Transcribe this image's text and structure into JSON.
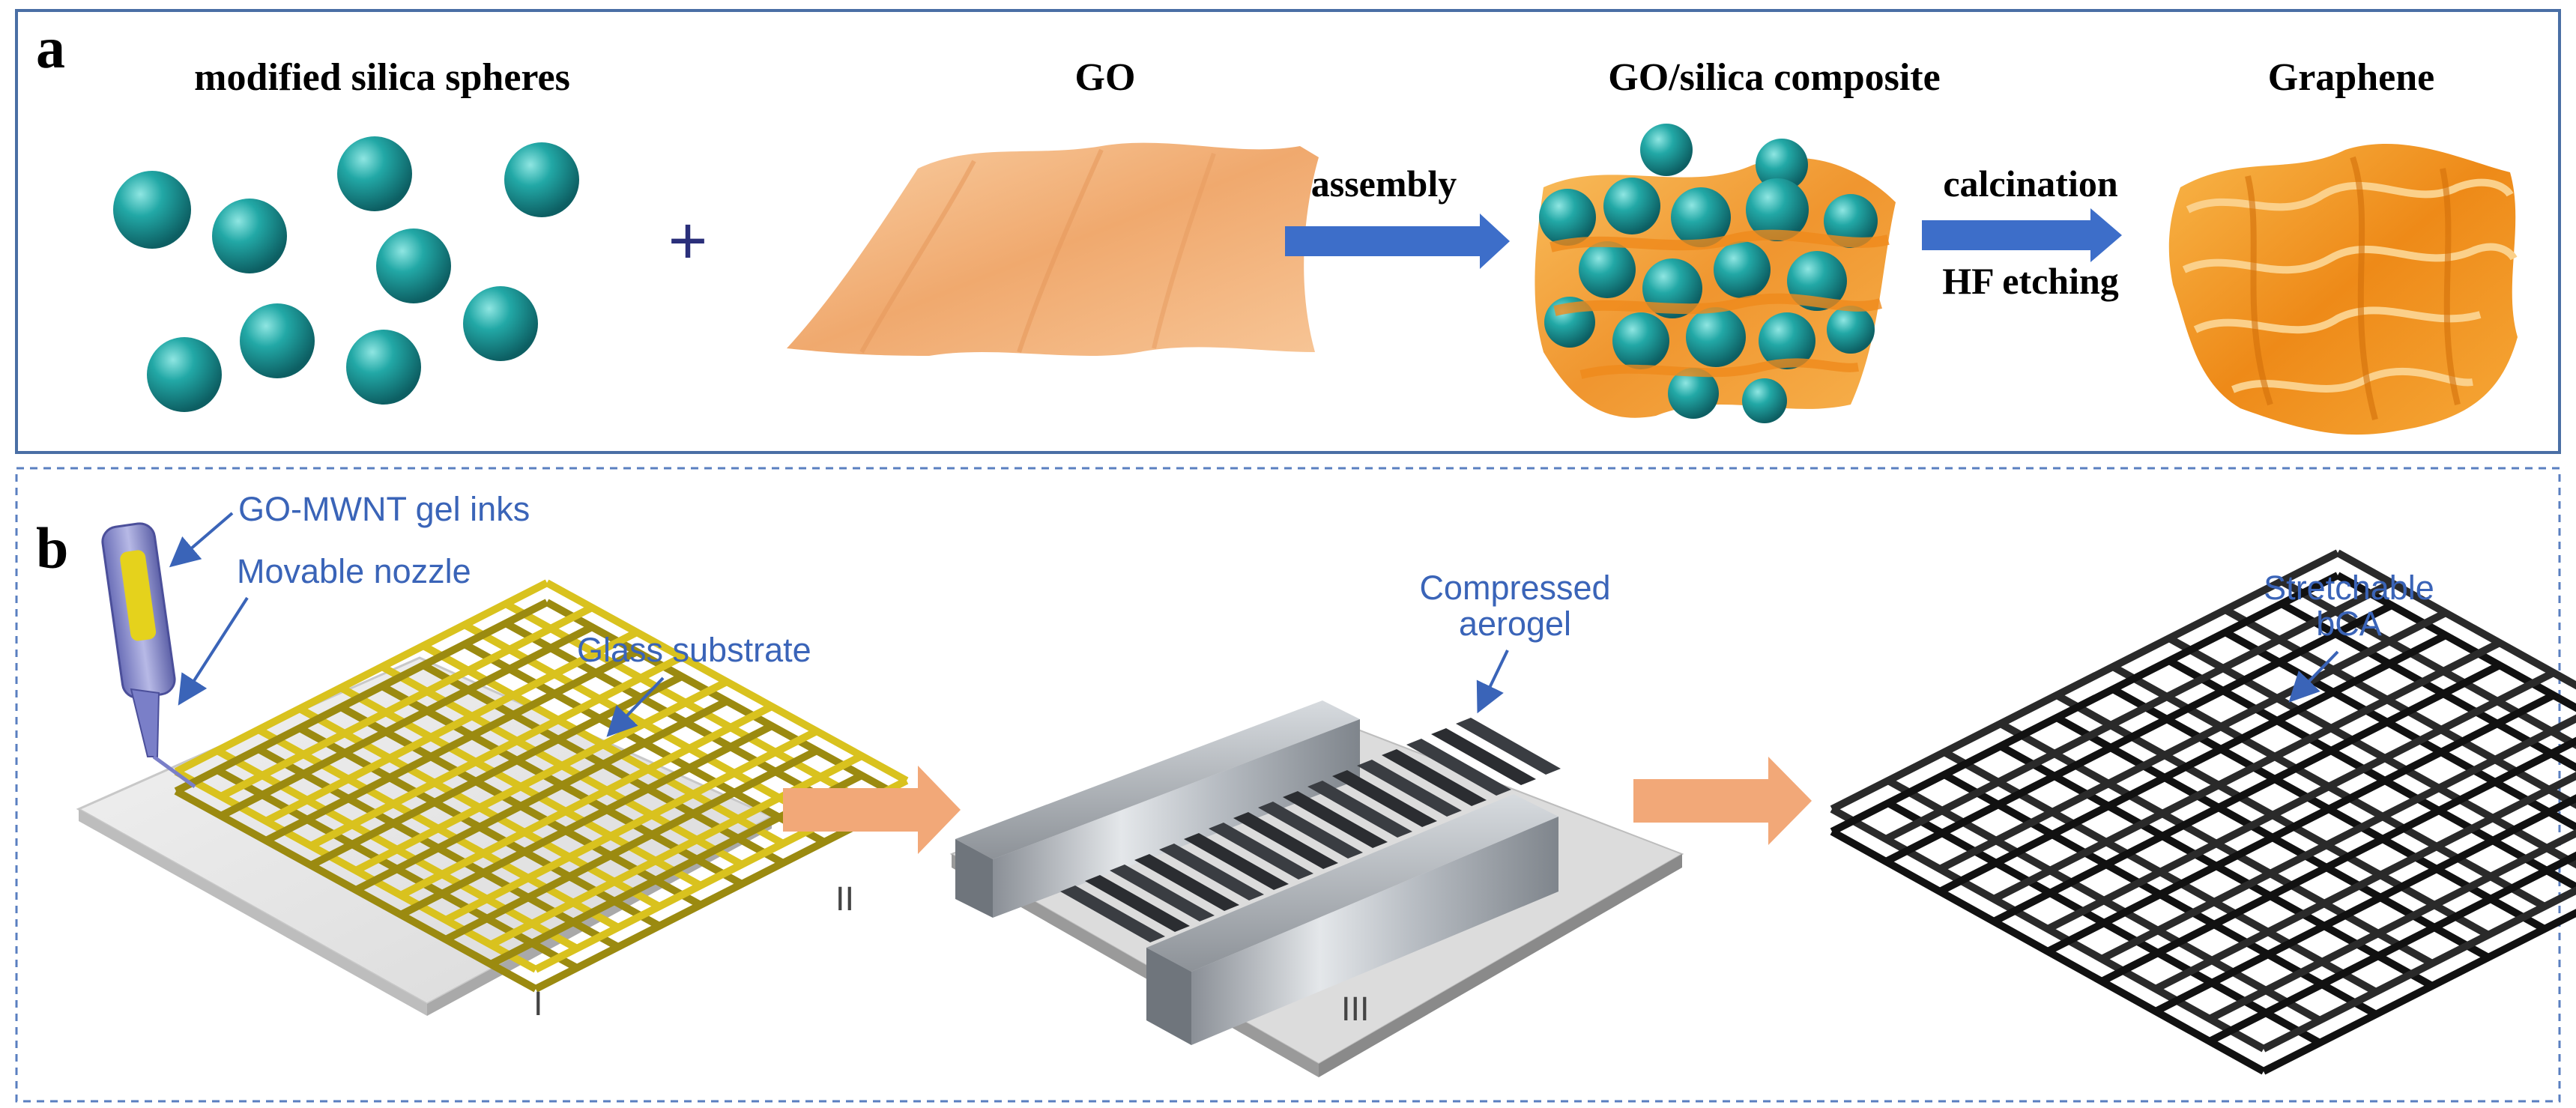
{
  "panel_a": {
    "letter": "a",
    "labels": {
      "silica": "modified silica spheres",
      "go": "GO",
      "composite": "GO/silica composite",
      "graphene": "Graphene"
    },
    "plus": "+",
    "arrow1_label": "assembly",
    "arrow2_label_top": "calcination",
    "arrow2_label_bottom": "HF etching"
  },
  "panel_b": {
    "letter": "b",
    "callouts": {
      "ink": "GO-MWNT gel inks",
      "nozzle": "Movable nozzle",
      "substrate": "Glass substrate",
      "compressed_1": "Compressed",
      "compressed_2": "aerogel",
      "stretch_1": "Stretchable",
      "stretch_2": "bCA"
    },
    "step_labels": {
      "step1": "I",
      "step2": "II",
      "step3": "III"
    }
  },
  "colors": {
    "panel_a_border": "#4a6fa5",
    "panel_b_border": "#5a7fc0",
    "silica": "#1a9a9c",
    "go_sheet": "#f2b27a",
    "graphene": "#f29a2a",
    "blue_arrow": "#3d6ec9",
    "peach_arrow": "#f2a878",
    "callout_text": "#3a64b8",
    "lattice_yellow": "#d9c21e",
    "lattice_dark": "#2a2a2a"
  }
}
